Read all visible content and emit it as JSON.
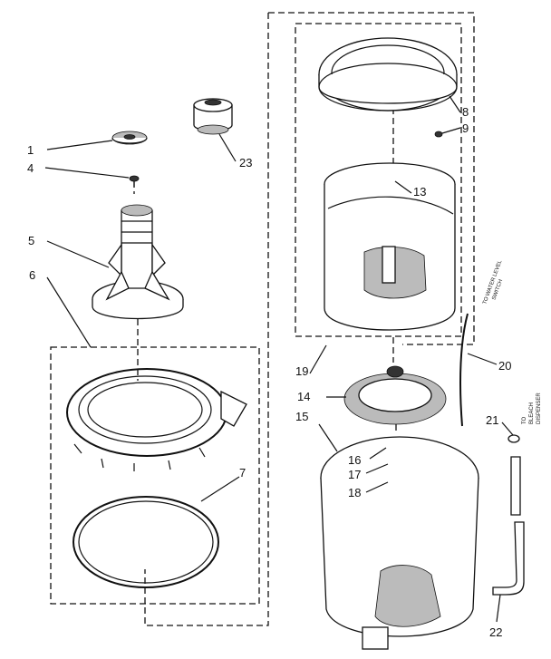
{
  "callouts": [
    {
      "id": "c1",
      "label": "1"
    },
    {
      "id": "c4",
      "label": "4"
    },
    {
      "id": "c5",
      "label": "5"
    },
    {
      "id": "c6",
      "label": "6"
    },
    {
      "id": "c7",
      "label": "7"
    },
    {
      "id": "c8",
      "label": "8"
    },
    {
      "id": "c9",
      "label": "9"
    },
    {
      "id": "c13",
      "label": "13"
    },
    {
      "id": "c14",
      "label": "14"
    },
    {
      "id": "c15",
      "label": "15"
    },
    {
      "id": "c16",
      "label": "16"
    },
    {
      "id": "c17",
      "label": "17"
    },
    {
      "id": "c18",
      "label": "18"
    },
    {
      "id": "c19",
      "label": "19"
    },
    {
      "id": "c20",
      "label": "20"
    },
    {
      "id": "c21",
      "label": "21"
    },
    {
      "id": "c22",
      "label": "22"
    },
    {
      "id": "c23",
      "label": "23"
    }
  ],
  "notes": {
    "water_level_switch": [
      "TO WATER LEVEL",
      "SWITCH"
    ],
    "bleach_dispenser": [
      "TO",
      "BLEACH",
      "DISPENSER"
    ]
  }
}
